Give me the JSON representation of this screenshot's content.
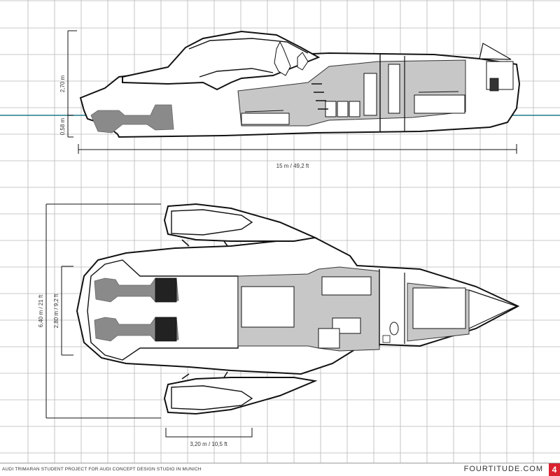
{
  "dimensions": {
    "height_above_water": "2,70 m",
    "draft": "0,58 m",
    "length": "15 m / 49,2 ft",
    "beam": "6,40 m / 21 ft",
    "inner_beam": "2,80 m / 9,2 ft",
    "tender_width": "3,20 m / 10,5 ft"
  },
  "footer": {
    "caption": "AUDI TRIMARAN STUDENT PROJECT FOR AUDI CONCEPT DESIGN STUDIO IN MUNICH",
    "brand": "FOURTITUDE.COM",
    "page": "4"
  },
  "colors": {
    "grid": "#b8b8b8",
    "interior": "#c7c7c7",
    "waterline": "#1d7a8a",
    "brand_red": "#d9232e"
  }
}
